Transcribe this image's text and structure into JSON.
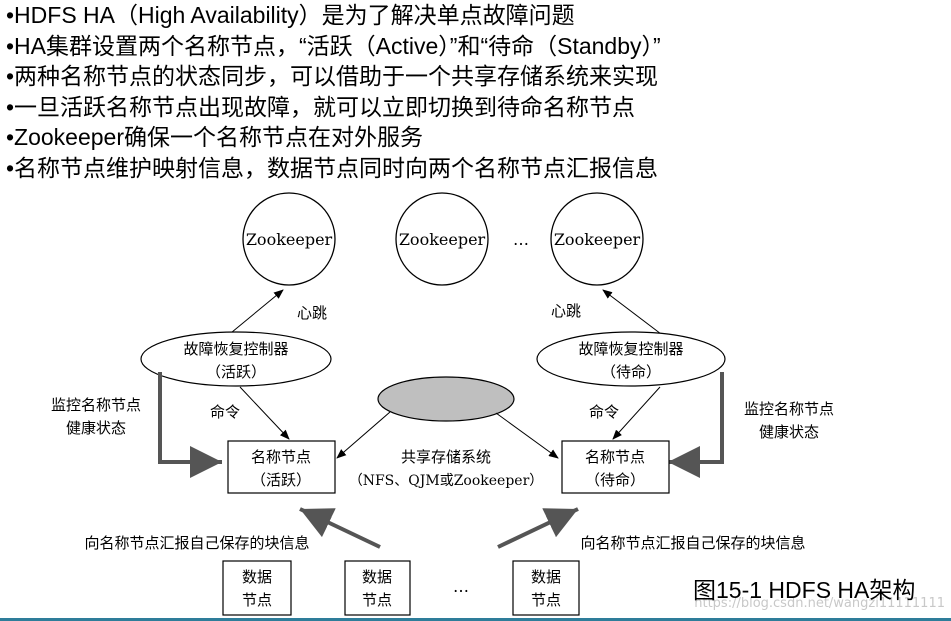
{
  "bullets": [
    "•HDFS HA（High Availability）是为了解决单点故障问题",
    "•HA集群设置两个名称节点，“活跃（Active）”和“待命（Standby）”",
    "•两种名称节点的状态同步，可以借助于一个共享存储系统来实现",
    "•一旦活跃名称节点出现故障，就可以立即切换到待命名称节点",
    "•Zookeeper确保一个名称节点在对外服务",
    "•名称节点维护映射信息，数据节点同时向两个名称节点汇报信息"
  ],
  "diagram": {
    "zookeepers": [
      "Zookeeper",
      "Zookeeper",
      "Zookeeper"
    ],
    "zk_ellipsis": "…",
    "heartbeat": "心跳",
    "failover_left": {
      "line1": "故障恢复控制器",
      "line2": "（活跃）"
    },
    "failover_right": {
      "line1": "故障恢复控制器",
      "line2": "（待命）"
    },
    "command": "命令",
    "monitor": {
      "line1": "监控名称节点",
      "line2": "健康状态"
    },
    "namenode_active": {
      "line1": "名称节点",
      "line2": "（活跃）"
    },
    "namenode_standby": {
      "line1": "名称节点",
      "line2": "（待命）"
    },
    "shared_storage": {
      "line1": "共享存储系统",
      "line2": "（NFS、QJM或Zookeeper）"
    },
    "report": "向名称节点汇报自己保存的块信息",
    "datanode": {
      "line1": "数据",
      "line2": "节点"
    },
    "dn_ellipsis": "…"
  },
  "caption": "图15-1 HDFS HA架构",
  "watermark": "https://blog.csdn.net/wangzi11111111"
}
